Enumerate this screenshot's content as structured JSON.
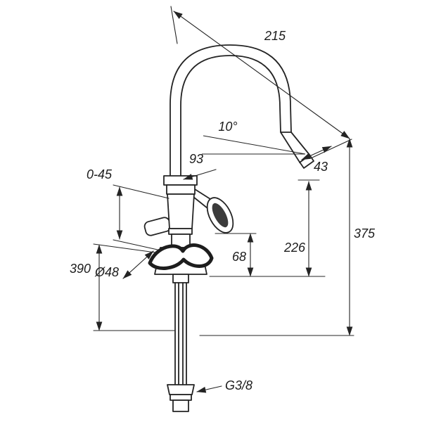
{
  "diagram": {
    "colors": {
      "background": "#ffffff",
      "line": "#242424",
      "handle_accent": "#3b3b3b"
    },
    "labels": {
      "spout_reach": "215",
      "outlet_angle": "10°",
      "spout_offset": "93",
      "aerator_length": "43",
      "mounting_thickness": "0-45",
      "overall_height": "375",
      "outlet_height": "226",
      "valve_height": "68",
      "under_counter_length": "390",
      "base_diameter": "Ø48",
      "connection_thread": "G3/8"
    }
  }
}
